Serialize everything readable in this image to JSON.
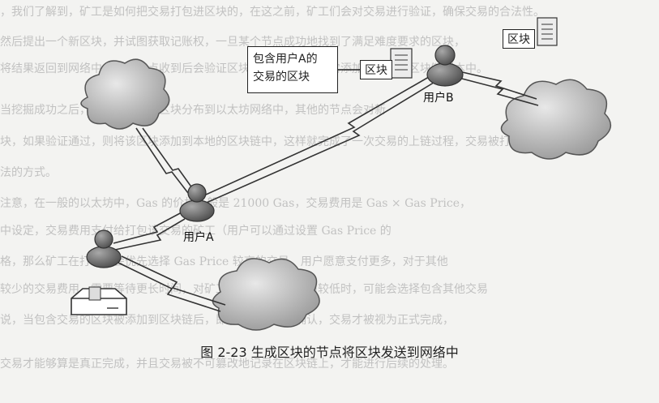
{
  "background_lines": [
    "，我们了解到，矿工是如何把交易打包进区块的，在这之前，矿工们会对交易进行验证，确保交易的合法性。",
    "然后提出一个新区块，并试图获取记账权，一旦某个节点成功地找到了满足难度要求的区块，",
    "将结果返回到网络中，其他节点收到后会验证区块的有效性，并把它添加到自己的区块链副本中。",
    "当挖掘成功之后，矿工会把这个区块分布到以太坊网络中，其他的节点会对新",
    "块，如果验证通过，则将该区块添加到本地的区块链中，这样就完成了一次交易的上链过程，交易被打包",
    "法的方式。",
    "注意，在一般的以太坊中，Gas 的价格一般是 21000 Gas，交易费用是 Gas × Gas Price，",
    "中设定，交易费用支付给打包该交易的矿工（用户可以通过设置 Gas Price 的",
    "格，那么矿工在打包时会优先选择 Gas Price 较高的交易，用户愿意支付更多，对于其他",
    "较少的交易费用，需要等待更长时间，对矿工来说，当交易费用较低时，可能会选择包含其他交易",
    "说，当包含交易的区块被添加到区块链后，即完成了交易的确认，交易才被视为正式完成，",
    "交易才能够算是真正完成，并且交易被不可篡改地记录在区块链上，才能进行后续的处理。"
  ],
  "diagram": {
    "callout_line1": "包含用户A的",
    "callout_line2": "交易的区块",
    "block_label_center": "区块",
    "block_label_top": "区块",
    "user_a_label": "用户A",
    "user_b_label": "用户B"
  },
  "caption": "图 2-23    生成区块的节点将区块发送到网络中",
  "colors": {
    "node_fill": "#6e6e6e",
    "cloud_fill": "#b9b9b9",
    "link_stroke": "#333333",
    "document_fill": "#e8e8e8"
  }
}
